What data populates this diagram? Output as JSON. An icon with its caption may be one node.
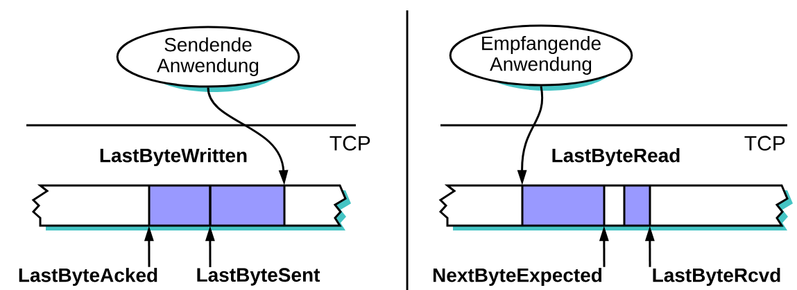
{
  "diagram": {
    "nodes": [
      {
        "text": [
          "Sendende Anwendung"
        ]
      },
      {
        "text": [],
        "shape": "bar"
      },
      {
        "text": [
          "LastByteAcked"
        ]
      },
      {
        "text": [
          "LastByteSent"
        ]
      },
      {
        "text": [
          "Empfangende Anwendung"
        ]
      },
      {
        "text": [],
        "shape": "bar"
      },
      {
        "text": [
          "NextByteExpected"
        ]
      },
      {
        "text": [
          "LastByteRcvd"
        ]
      }
    ],
    "edges": [
      {
        "from": 0,
        "to": 1,
        "arrow": "to",
        "label": "LastByteWritten"
      },
      {
        "from": 2,
        "to": 1,
        "arrow": "to"
      },
      {
        "from": 3,
        "to": 1,
        "arrow": "to"
      },
      {
        "from": 4,
        "to": 5,
        "arrow": "to",
        "label": "LastByteRead"
      },
      {
        "from": 6,
        "to": 5,
        "arrow": "to"
      },
      {
        "from": 7,
        "to": 5,
        "arrow": "to"
      }
    ],
    "labels": [
      "TCP",
      "TCP"
    ]
  }
}
